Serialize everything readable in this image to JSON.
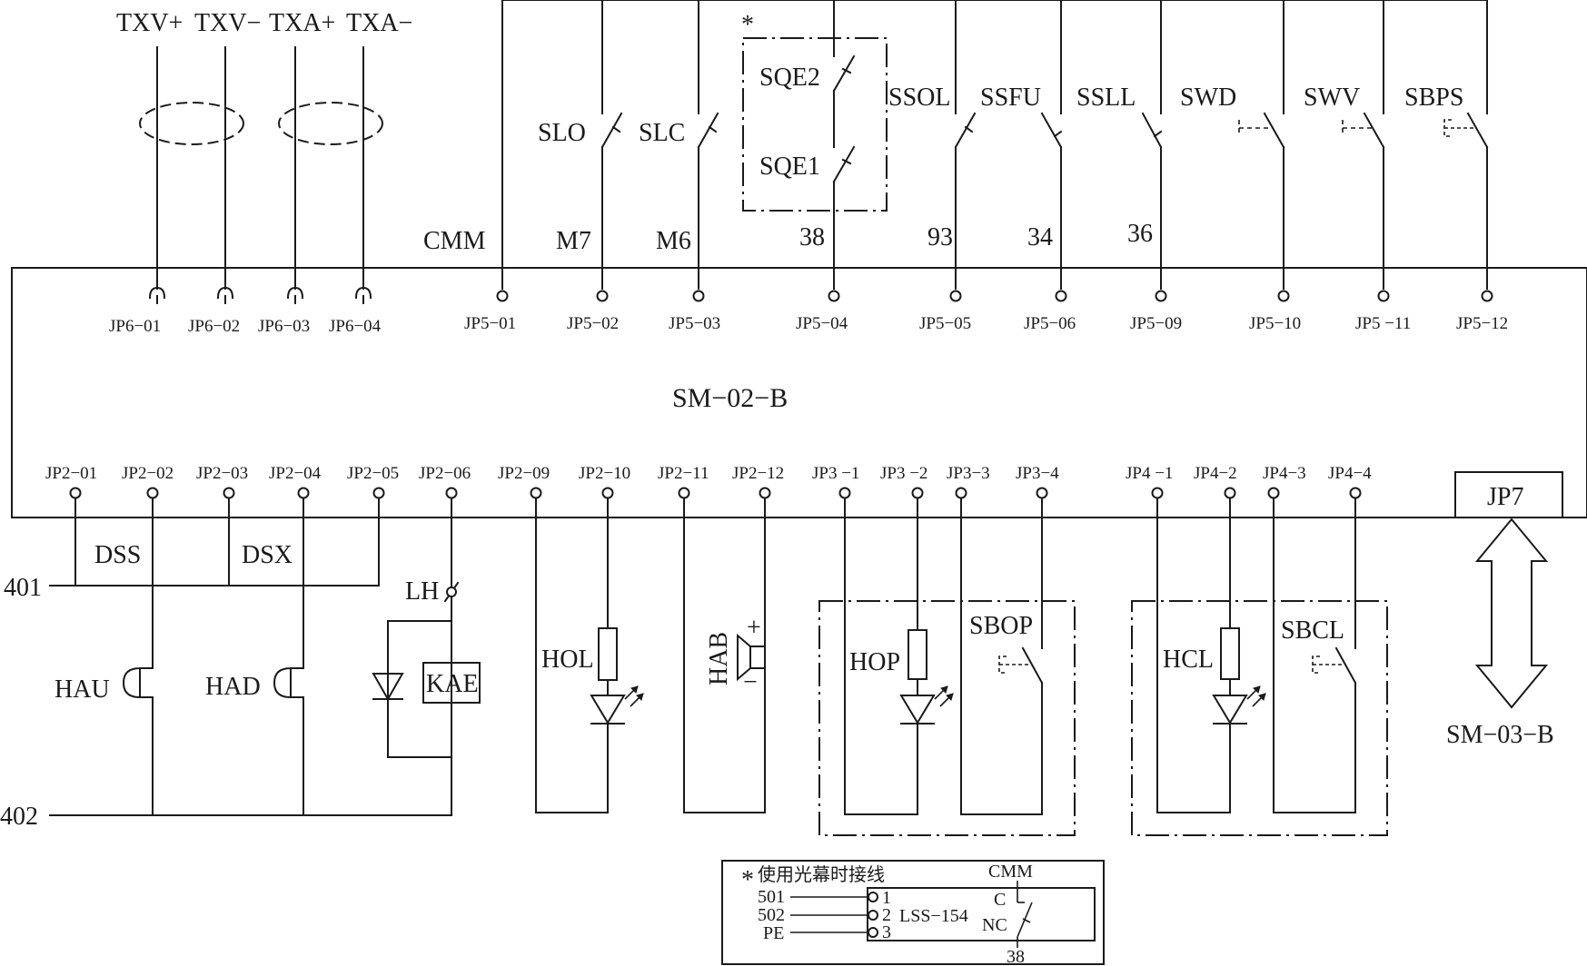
{
  "board": {
    "name": "SM−02−B"
  },
  "external_board": {
    "name": "SM−03−B",
    "connector": "JP7"
  },
  "jp6": {
    "signals": [
      "TXV+",
      "TXV−",
      "TXA+",
      "TXA−"
    ],
    "pins": [
      "JP6−01",
      "JP6−02",
      "JP6−03",
      "JP6−04"
    ]
  },
  "jp5": {
    "pins": [
      "JP5−01",
      "JP5−02",
      "JP5−03",
      "JP5−04",
      "JP5−05",
      "JP5−06",
      "JP5−09",
      "JP5−10",
      "JP5 −11",
      "JP5−12"
    ],
    "wires": [
      "CMM",
      "M7",
      "M6",
      "38",
      "93",
      "34",
      "36"
    ],
    "switches": [
      "SLO",
      "SLC",
      "SQE2",
      "SQE1",
      "SSOL",
      "SSFU",
      "SSLL",
      "SWD",
      "SWV",
      "SBPS"
    ],
    "star": "*"
  },
  "jp2": {
    "pins": [
      "JP2−01",
      "JP2−02",
      "JP2−03",
      "JP2−04",
      "JP2−05",
      "JP2−06",
      "JP2−09",
      "JP2−10",
      "JP2−11",
      "JP2−12"
    ]
  },
  "jp3": {
    "pins": [
      "JP3 −1",
      "JP3 −2",
      "JP3−3",
      "JP3−4"
    ]
  },
  "jp4": {
    "pins": [
      "JP4 −1",
      "JP4−2",
      "JP4−3",
      "JP4−4"
    ]
  },
  "lower": {
    "nets": [
      "401",
      "402"
    ],
    "parts": [
      "DSS",
      "DSX",
      "LH",
      "HAU",
      "HAD",
      "KAE",
      "HOL",
      "HAB",
      "HOP",
      "SBOP",
      "HCL",
      "SBCL"
    ],
    "polarity": [
      "+",
      "−"
    ]
  },
  "note": {
    "title": "使用光幕时接线",
    "star": "*",
    "inputs": [
      "501",
      "502",
      "PE"
    ],
    "pin_numbers": [
      "1",
      "2",
      "3"
    ],
    "device": "LSS−154",
    "contacts": [
      "CMM",
      "C",
      "NC",
      "38"
    ]
  }
}
